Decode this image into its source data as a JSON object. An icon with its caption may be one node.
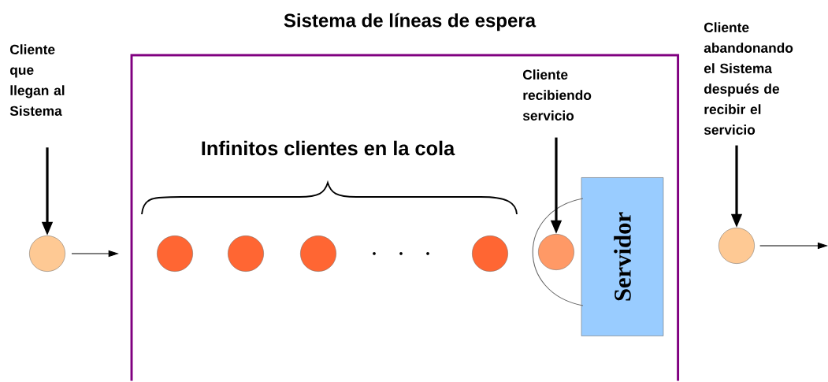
{
  "diagram": {
    "title": "Sistema de líneas de espera",
    "nodes": [
      {
        "text": [],
        "shape": "box"
      },
      {
        "text": [
          "Cliente que llegan al Sistema"
        ]
      },
      {
        "text": [],
        "shape": "circle"
      },
      {
        "text": [],
        "shape": "circle",
        "in": 0
      },
      {
        "text": [],
        "shape": "circle",
        "in": 0
      },
      {
        "text": [],
        "shape": "circle",
        "in": 0
      },
      {
        "text": [],
        "shape": "circle",
        "in": 0
      },
      {
        "text": [
          "Cliente recibiendo servicio"
        ],
        "in": 0
      },
      {
        "text": [],
        "shape": "circle",
        "in": 0
      },
      {
        "text": [
          "Servidor"
        ],
        "in": 0
      },
      {
        "text": [
          "Cliente abandonando el Sistema después de recibir el servicio"
        ]
      },
      {
        "text": [],
        "shape": "circle"
      }
    ],
    "edges": [
      {
        "from": 1,
        "to": 2,
        "arrow": "to"
      },
      {
        "from": 2,
        "to": 0,
        "arrow": "to"
      },
      {
        "from": 7,
        "to": 8,
        "arrow": "to"
      },
      {
        "from": 10,
        "to": 11,
        "arrow": "to"
      },
      {
        "from": 11,
        "to": null,
        "arrow": "to"
      }
    ],
    "labels": [
      "Infinitos clientes en la cola"
    ]
  }
}
